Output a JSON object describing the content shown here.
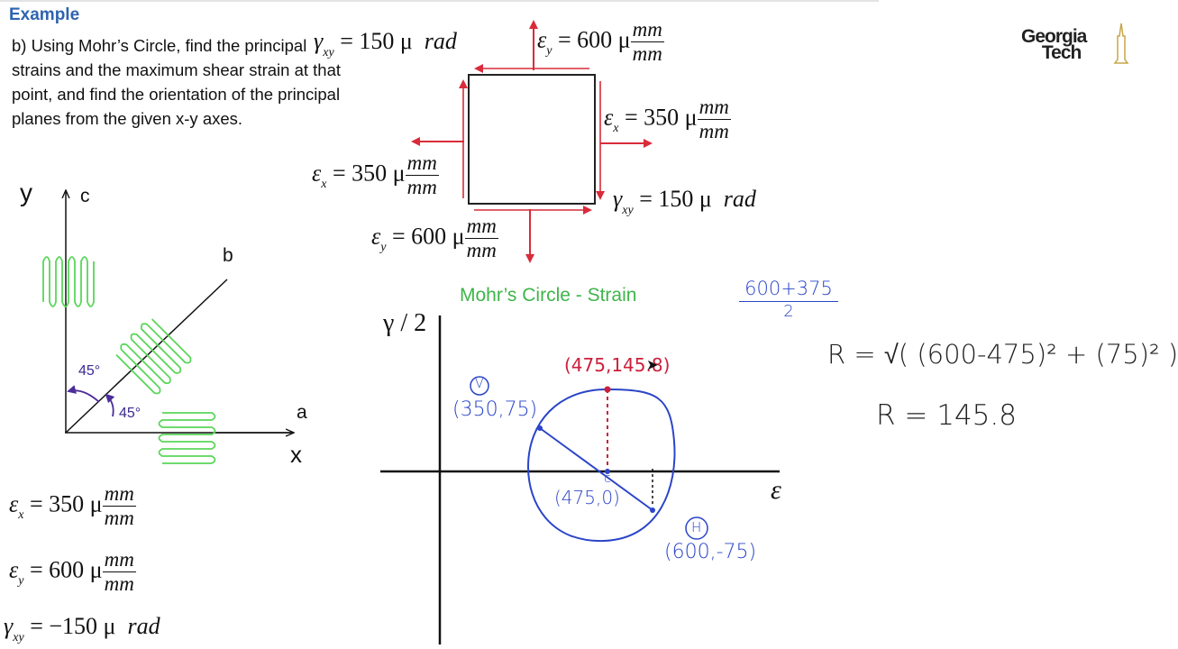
{
  "heading": "Example",
  "problem": "b)  Using Mohr’s Circle, find the principal strains and the maximum shear strain at that point, and find the orientation of the principal planes from the given x-y axes.",
  "element_labels": {
    "gamma_top": {
      "symbol": "γ",
      "sub": "xy",
      "value": "= 150 μ",
      "unit": "rad"
    },
    "eps_y_top": {
      "symbol": "ε",
      "sub": "y",
      "value": "= 600 μ",
      "num": "mm",
      "den": "mm"
    },
    "eps_x_right": {
      "symbol": "ε",
      "sub": "x",
      "value": "= 350 μ",
      "num": "mm",
      "den": "mm"
    },
    "eps_x_left": {
      "symbol": "ε",
      "sub": "x",
      "value": "= 350 μ",
      "num": "mm",
      "den": "mm"
    },
    "gamma_bottom": {
      "symbol": "γ",
      "sub": "xy",
      "value": "= 150 μ",
      "unit": "rad"
    },
    "eps_y_bottom": {
      "symbol": "ε",
      "sub": "y",
      "value": "= 600 μ",
      "num": "mm",
      "den": "mm"
    }
  },
  "rosette": {
    "y": "y",
    "x": "x",
    "a": "a",
    "b": "b",
    "c": "c",
    "angle1": "45°",
    "angle2": "45°"
  },
  "given": {
    "eps_x": {
      "symbol": "ε",
      "sub": "x",
      "value": "= 350 μ",
      "num": "mm",
      "den": "mm"
    },
    "eps_y": {
      "symbol": "ε",
      "sub": "y",
      "value": "= 600 μ",
      "num": "mm",
      "den": "mm"
    },
    "gamma_xy": {
      "symbol": "γ",
      "sub": "xy",
      "value": "= −150 μ",
      "unit": "rad"
    }
  },
  "mohr": {
    "title": "Mohr’s Circle - Strain",
    "y_axis": "γ / 2",
    "x_axis": "ε",
    "point_v_tag": "V",
    "point_v": "(350,75)",
    "point_h_tag": "H",
    "point_h": "(600,-75)",
    "center_tag": "c",
    "center": "(475,0)",
    "top_point": "(475,145.8)"
  },
  "notes": {
    "frac_num": "600+375",
    "frac_den": "2",
    "radius_formula": "R = √( (600-475)² + (75)² )",
    "radius_result": "R = 145.8"
  },
  "logo": {
    "line1": "Georgia",
    "line2": "Tech"
  },
  "colors": {
    "arrow_red": "#d92b3a",
    "heading_blue": "#2e64b0",
    "ink_blue": "#2b45c8",
    "wave_green": "#5ad65a",
    "title_green": "#3fb54a"
  }
}
